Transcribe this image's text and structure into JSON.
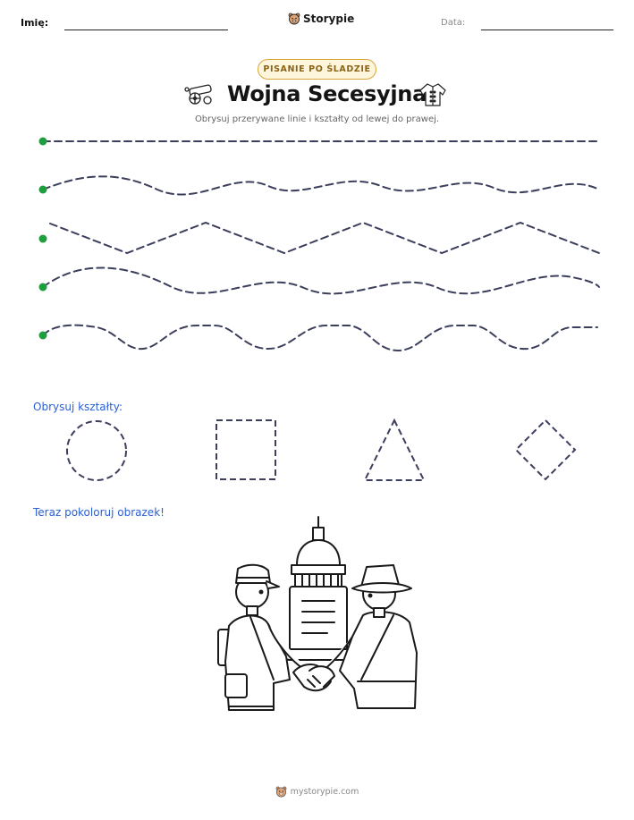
{
  "header": {
    "name_label": "Imię:",
    "date_label": "Data:",
    "brand": "Storypie"
  },
  "badge": "PISANIE PO ŚLADZIE",
  "title": "Wojna Secesyjna",
  "subtitle": "Obrysuj przerywane linie i kształty od lewej do prawej.",
  "icons": {
    "left": "cannon-icon",
    "right": "coat-icon",
    "brand": "bear-logo-icon"
  },
  "colors": {
    "start_dot": "#1e9e3e",
    "dash": "#3b3f5c",
    "section_label": "#2a5fd6",
    "badge_border": "#d9a63a"
  },
  "trace_lines": [
    "straight",
    "wave",
    "zigzag",
    "wave",
    "bumps"
  ],
  "shapes_label": "Obrysuj kształty:",
  "shapes": [
    "circle",
    "square",
    "triangle",
    "diamond"
  ],
  "color_label": "Teraz pokoloruj obrazek!",
  "coloring_picture": "soldiers-handshake-capitol",
  "footer": "mystorypie.com"
}
